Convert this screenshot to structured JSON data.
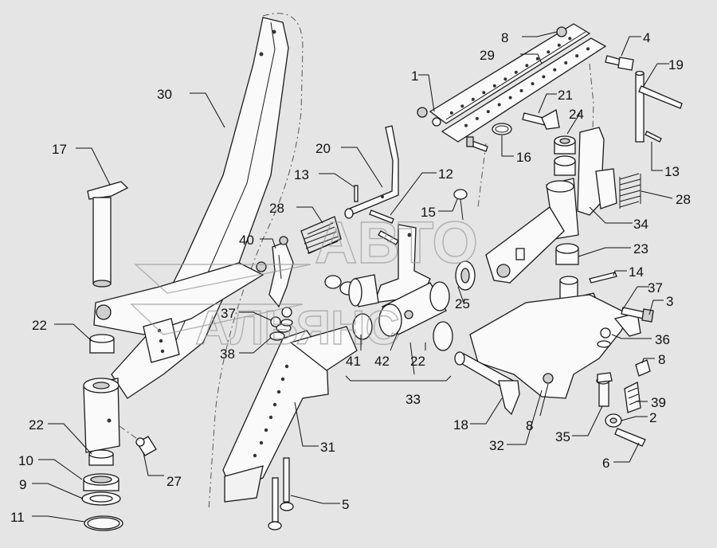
{
  "watermark": {
    "line1": "АВТО",
    "line2": "АЛЬЯНС"
  },
  "callouts": [
    {
      "id": "c30",
      "text": "30"
    },
    {
      "id": "c17",
      "text": "17"
    },
    {
      "id": "c22a",
      "text": "22"
    },
    {
      "id": "c22b",
      "text": "22"
    },
    {
      "id": "c10",
      "text": "10"
    },
    {
      "id": "c9",
      "text": "9"
    },
    {
      "id": "c11",
      "text": "11"
    },
    {
      "id": "c27",
      "text": "27"
    },
    {
      "id": "c20",
      "text": "20"
    },
    {
      "id": "c13a",
      "text": "13"
    },
    {
      "id": "c28a",
      "text": "28"
    },
    {
      "id": "c40",
      "text": "40"
    },
    {
      "id": "c37a",
      "text": "37"
    },
    {
      "id": "c38",
      "text": "38"
    },
    {
      "id": "c12",
      "text": "12"
    },
    {
      "id": "c15",
      "text": "15"
    },
    {
      "id": "c41",
      "text": "41"
    },
    {
      "id": "c42",
      "text": "42"
    },
    {
      "id": "c22c",
      "text": "22"
    },
    {
      "id": "c33",
      "text": "33"
    },
    {
      "id": "c25",
      "text": "25"
    },
    {
      "id": "c31",
      "text": "31"
    },
    {
      "id": "c5",
      "text": "5"
    },
    {
      "id": "c8a",
      "text": "8"
    },
    {
      "id": "c29",
      "text": "29"
    },
    {
      "id": "c1",
      "text": "1"
    },
    {
      "id": "c4",
      "text": "4"
    },
    {
      "id": "c19",
      "text": "19"
    },
    {
      "id": "c21",
      "text": "21"
    },
    {
      "id": "c24",
      "text": "24"
    },
    {
      "id": "c16",
      "text": "16"
    },
    {
      "id": "c13b",
      "text": "13"
    },
    {
      "id": "c28b",
      "text": "28"
    },
    {
      "id": "c34",
      "text": "34"
    },
    {
      "id": "c23",
      "text": "23"
    },
    {
      "id": "c14",
      "text": "14"
    },
    {
      "id": "c37b",
      "text": "37"
    },
    {
      "id": "c3",
      "text": "3"
    },
    {
      "id": "c36",
      "text": "36"
    },
    {
      "id": "c8b",
      "text": "8"
    },
    {
      "id": "c39",
      "text": "39"
    },
    {
      "id": "c2",
      "text": "2"
    },
    {
      "id": "c35",
      "text": "35"
    },
    {
      "id": "c6",
      "text": "6"
    },
    {
      "id": "c18",
      "text": "18"
    },
    {
      "id": "c32",
      "text": "32"
    },
    {
      "id": "c8c",
      "text": "8"
    }
  ]
}
